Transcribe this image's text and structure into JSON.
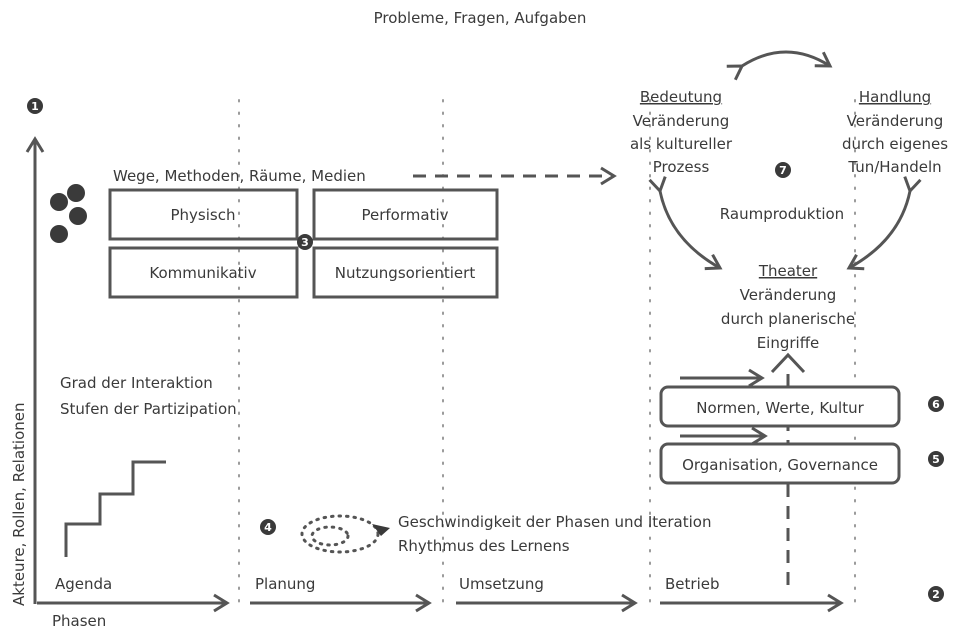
{
  "top_title": "Probleme, Fragen, Aufgaben",
  "y_axis_label": "Akteure, Rollen, Relationen",
  "phases_label": "Phasen",
  "phases": [
    "Agenda",
    "Planung",
    "Umsetzung",
    "Betrieb"
  ],
  "methods": {
    "title": "Wege, Methoden, Räume, Medien",
    "boxes": [
      "Physisch",
      "Performativ",
      "Kommunikativ",
      "Nutzungsorientiert"
    ]
  },
  "interaction": {
    "line1": "Grad der Interaktion",
    "line2": "Stufen der Partizipation"
  },
  "speed": {
    "line1": "Geschwindigkeit der Phasen und Iteration",
    "line2": "Rhythmus des Lernens"
  },
  "cycle": {
    "bedeutung": {
      "title": "Bedeutung",
      "lines": [
        "Veränderung",
        "als kultureller",
        "Prozess"
      ]
    },
    "handlung": {
      "title": "Handlung",
      "lines": [
        "Veränderung",
        "durch eigenes",
        "Tun/Handeln"
      ]
    },
    "theater": {
      "title": "Theater",
      "lines": [
        "Veränderung",
        "durch planerische",
        "Eingriffe"
      ]
    },
    "center": "Raumproduktion"
  },
  "layers": [
    "Normen, Werte, Kultur",
    "Organisation, Governance"
  ],
  "markers": [
    "1",
    "2",
    "3",
    "4",
    "5",
    "6",
    "7"
  ],
  "colors": {
    "ink": "#3a3a3a",
    "line": "#555555",
    "guide": "#9a9a9a",
    "background": "#ffffff"
  }
}
